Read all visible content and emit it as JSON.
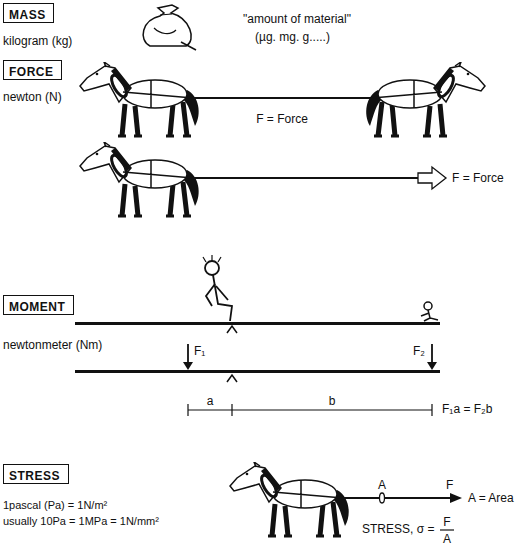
{
  "diagram": {
    "nodes": [
      {
        "text": [
          "MASS"
        ]
      },
      {
        "text": [
          "FORCE"
        ]
      },
      {
        "text": [
          "MOMENT"
        ]
      },
      {
        "text": [
          "STRESS"
        ]
      }
    ],
    "labels": [
      "kilogram (kg)",
      "\"amount of material\"",
      "(µg. mg. g.....)",
      "newton (N)",
      "F = Force",
      "F = Force",
      "newtonmeter (Nm)",
      "F₁",
      "F₂",
      "a",
      "b",
      "F₁a = F₂b",
      "1pascal (Pa) = 1N/m²",
      "usually 10Pa = 1MPa = 1N/mm²",
      "A",
      "F",
      "A = Area",
      "STRESS, σ =",
      "F",
      "A"
    ]
  }
}
